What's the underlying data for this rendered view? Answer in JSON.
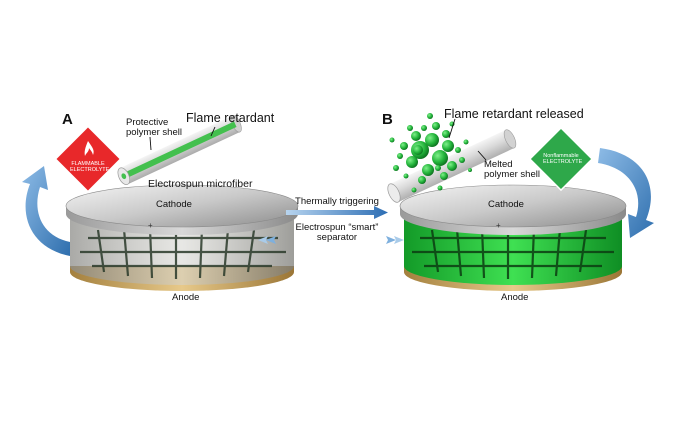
{
  "panels": {
    "a": {
      "letter": "A",
      "flame_retardant": "Flame retardant",
      "protective_shell_line1": "Protective",
      "protective_shell_line2": "polymer shell",
      "microfiber": "Electrospun microfiber",
      "cathode": "Cathode",
      "anode": "Anode",
      "hazard_line1": "FLAMMABLE",
      "hazard_line2": "ELECTROLYTE"
    },
    "b": {
      "letter": "B",
      "released": "Flame retardant released",
      "melted_line1": "Melted",
      "melted_line2": "polymer shell",
      "cathode": "Cathode",
      "anode": "Anode",
      "safe_line1": "Nonflammable",
      "safe_line2": "ELECTROLYTE"
    }
  },
  "middle": {
    "trigger": "Thermally triggering",
    "separator_line1": "Electrospun “smart”",
    "separator_line2": "separator"
  },
  "colors": {
    "hazard_red": "#e8282a",
    "safe_green": "#2ea84a",
    "electrolyte_green": "#22c33a",
    "arrow_blue": "#3f84c4",
    "fiber_green": "#43c04e"
  },
  "icons": [
    "flame-icon",
    "cycle-arrow-left",
    "cycle-arrow-right"
  ]
}
